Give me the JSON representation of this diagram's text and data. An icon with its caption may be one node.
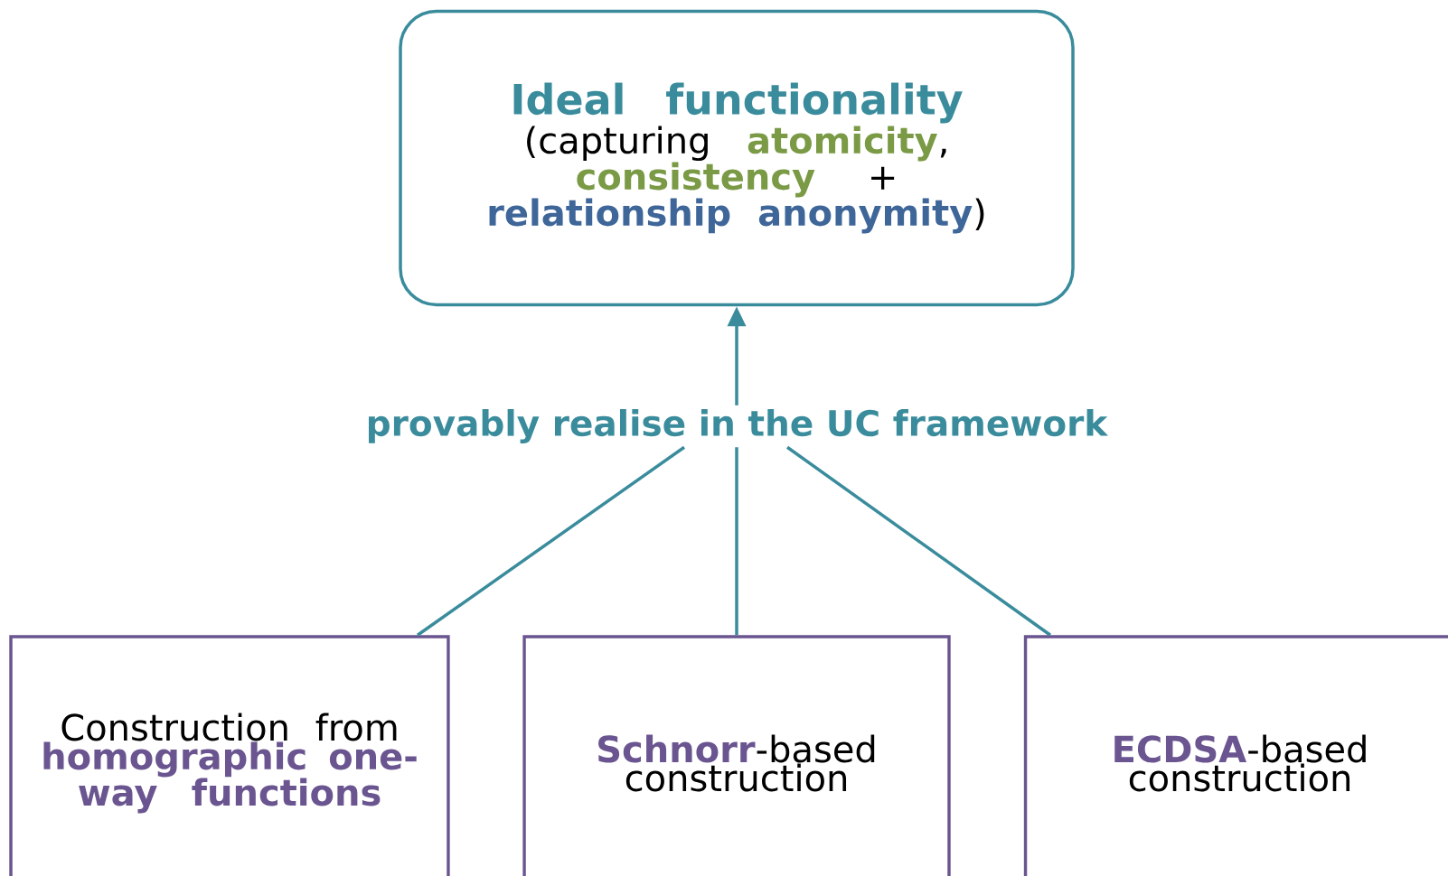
{
  "diagram": {
    "nodes": [
      {
        "text": [
          "Ideal functionality",
          "(capturing **atomicity**, **consistency** + **relationship anonymity**)"
        ]
      },
      {
        "text": [
          "provably realise in the UC framework"
        ]
      },
      {
        "text": [
          "Construction from **homographic one-way functions**"
        ]
      },
      {
        "text": [
          "**Schnorr**-based construction"
        ]
      },
      {
        "text": [
          "**ECDSA**-based construction"
        ]
      }
    ],
    "edges": [
      {
        "from": 1,
        "to": 0,
        "arrow": "to"
      },
      {
        "from": 2,
        "to": 1,
        "arrow": "none"
      },
      {
        "from": 3,
        "to": 1,
        "arrow": "none"
      },
      {
        "from": 4,
        "to": 1,
        "arrow": "none"
      }
    ]
  }
}
